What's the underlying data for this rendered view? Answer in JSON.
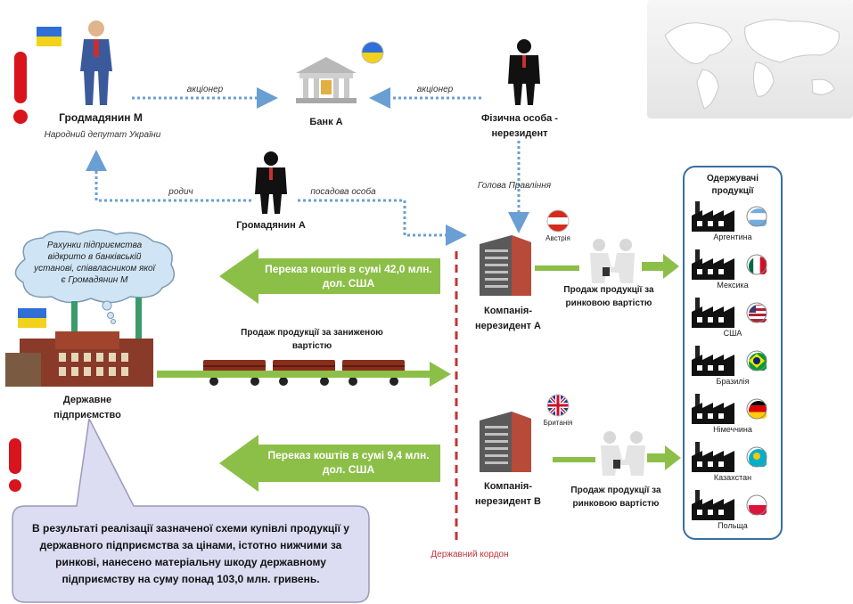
{
  "persons": {
    "citizen_m_name": "Гродмадянин М",
    "citizen_m_title": "Народний депутат України",
    "bank": "Банк А",
    "nonresident": "Фізична особа - нерезидент",
    "citizen_a": "Громадянин А"
  },
  "relations": {
    "shareholder_left": "акціонер",
    "shareholder_right": "акціонер",
    "relative": "родич",
    "official": "посадова особа",
    "chairman": "Голова Правління"
  },
  "cloud_text": "Рахунки підприємства відкрито в банківській установі, співвласником якої є Громадянин М",
  "transfers": {
    "first": "Переказ коштів в сумі 42,0 млн. дол. США",
    "second": "Переказ коштів в сумі 9,4 млн. дол. США"
  },
  "state_enterprise": "Державне підприємство",
  "sale_low_price": "Продаж продукції за заниженою вартістю",
  "companies": {
    "a_name": "Компанія-нерезидент А",
    "a_country": "Австрія",
    "b_name": "Компанія-нерезидент В",
    "b_country": "Британія",
    "sale_market_a": "Продаж продукції за ринковою вартістю",
    "sale_market_b": "Продаж продукції за ринковою вартістю"
  },
  "border_label": "Державний кордон",
  "recipients": {
    "title": "Одержувачі продукції",
    "countries": [
      "Аргентина",
      "Мексика",
      "США",
      "Бразилія",
      "Німеччина",
      "Казахстан",
      "Польща"
    ]
  },
  "conclusion": "В результаті реалізації зазначеної схеми купівлі продукції у державного підприємства за цінами, істотно нижчими за ринкові, нанесено матеріальну шкоду державному підприємству на суму понад 103,0 млн. гривень.",
  "colors": {
    "green": "#8cbf48",
    "green_dark": "#6fa033",
    "dotted_blue": "#6a9fd4",
    "border_red": "#c0343a",
    "alert_red": "#d8141c",
    "recipients_border": "#3a6ea5",
    "box_fill": "#dcdcf2"
  }
}
